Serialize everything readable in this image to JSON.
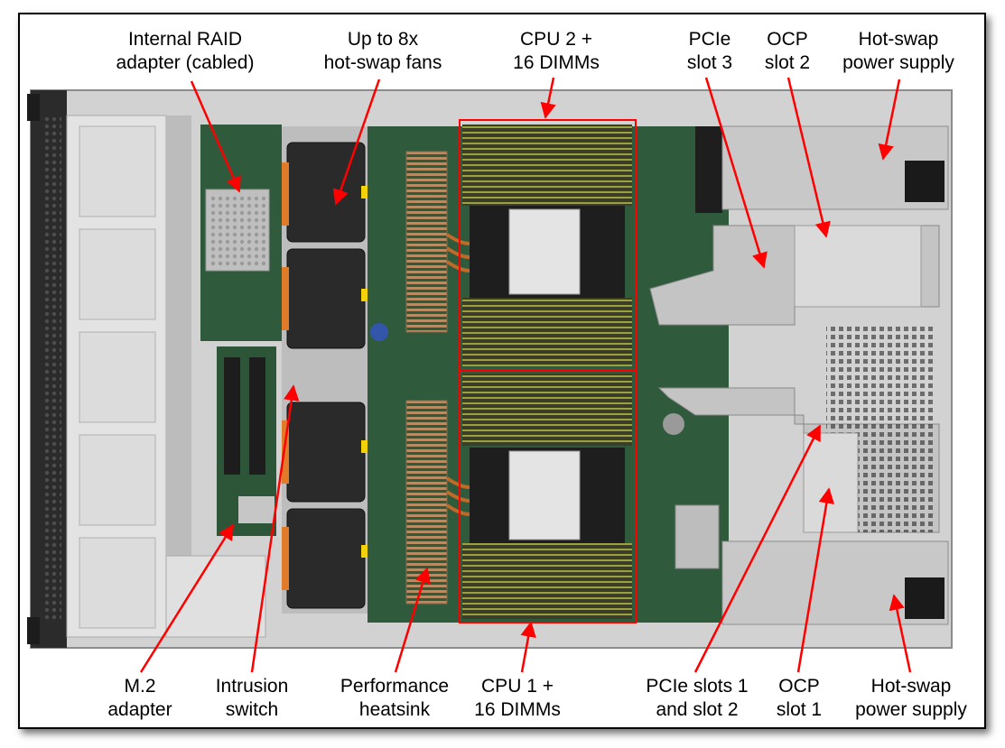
{
  "labels": {
    "raid": [
      "Internal RAID",
      "adapter (cabled)"
    ],
    "fans": [
      "Up to 8x",
      "hot-swap fans"
    ],
    "cpu2": [
      "CPU 2 +",
      "16 DIMMs"
    ],
    "pcie3": [
      "PCIe",
      "slot 3"
    ],
    "ocp2": [
      "OCP",
      "slot 2"
    ],
    "psu_top": [
      "Hot-swap",
      "power supply"
    ],
    "m2": [
      "M.2",
      "adapter"
    ],
    "intrusion": [
      "Intrusion",
      "switch"
    ],
    "heatsink": [
      "Performance",
      "heatsink"
    ],
    "cpu1": [
      "CPU 1 +",
      "16 DIMMs"
    ],
    "pcie12": [
      "PCIe slots 1",
      "and slot 2"
    ],
    "ocp1": [
      "OCP",
      "slot 1"
    ],
    "psu_bottom": [
      "Hot-swap",
      "power supply"
    ]
  },
  "colors": {
    "callout": "#ff0000",
    "board": "#2f5a3c",
    "chassis": "#c9c9c9",
    "bezel": "#2b2b2b",
    "dimm": "#3c3c2a",
    "heatsink": "#c8a07a"
  }
}
